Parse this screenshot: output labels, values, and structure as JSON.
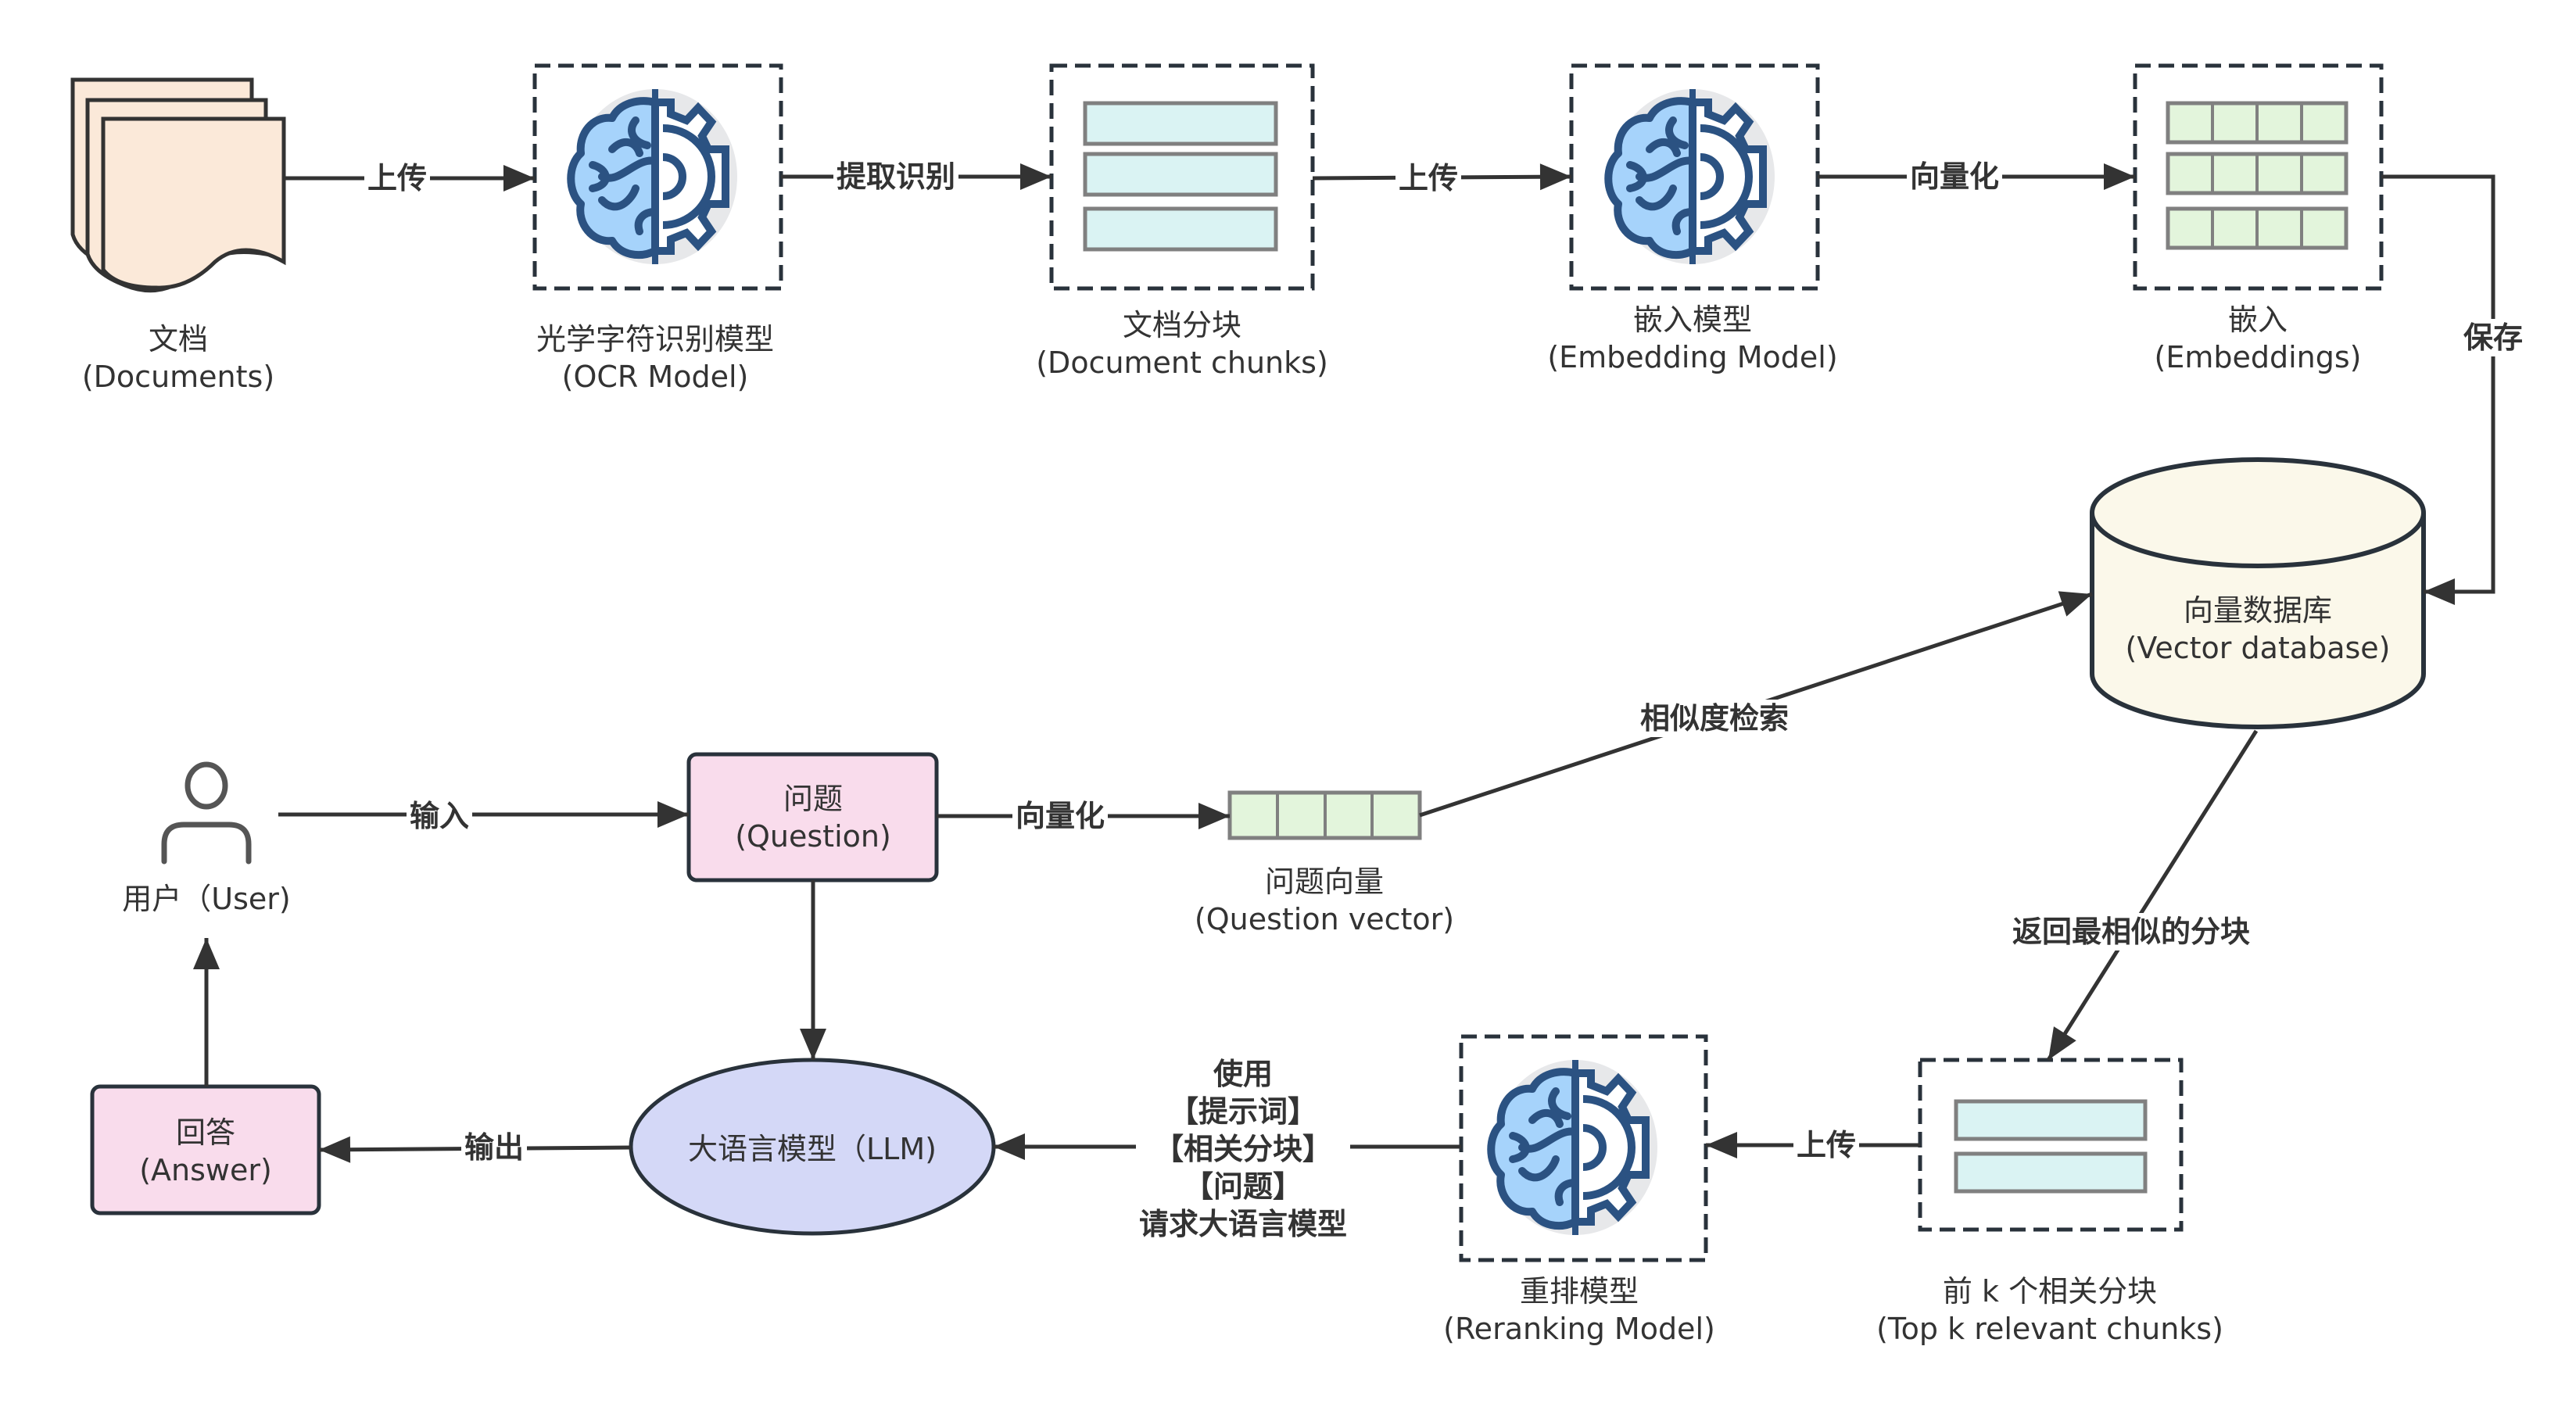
{
  "diagram": {
    "title": "RAG pipeline",
    "nodes": {
      "documents": {
        "zh": "文档",
        "en": "(Documents)"
      },
      "ocr_model": {
        "zh": "光学字符识别模型",
        "en": "(OCR Model)"
      },
      "document_chunks": {
        "zh": "文档分块",
        "en": "(Document chunks)"
      },
      "embedding_model": {
        "zh": "嵌入模型",
        "en": "(Embedding Model)"
      },
      "embeddings": {
        "zh": "嵌入",
        "en": "(Embeddings)"
      },
      "vector_database": {
        "zh": "向量数据库",
        "en": "(Vector database)"
      },
      "user": {
        "label": "用户（User)"
      },
      "question": {
        "zh": "问题",
        "en": "(Question)"
      },
      "question_vector": {
        "zh": "问题向量",
        "en": "(Question vector)"
      },
      "llm": {
        "label": "大语言模型（LLM)"
      },
      "answer": {
        "zh": "回答",
        "en": "(Answer)"
      },
      "reranking_model": {
        "zh": "重排模型",
        "en": "(Reranking Model)"
      },
      "top_k_chunks": {
        "zh": "前 k 个相关分块",
        "en": "(Top k relevant chunks)"
      }
    },
    "edges": {
      "docs_to_ocr": "上传",
      "ocr_to_chunks": "提取识别",
      "chunks_to_embedding": "上传",
      "embedding_to_embeddings": "向量化",
      "embeddings_to_db": "保存",
      "user_to_question": "输入",
      "question_to_vector": "向量化",
      "vector_to_db": "相似度检索",
      "db_to_topk": "返回最相似的分块",
      "topk_to_rerank": "上传",
      "rerank_to_llm": [
        "使用",
        "【提示词】",
        "【相关分块】",
        "【问题】",
        "请求大语言模型"
      ],
      "llm_to_answer": "输出"
    },
    "colors": {
      "stroke": "#333333",
      "document_fill": "#fbe9d9",
      "chunk_fill": "#daf3f3",
      "embedding_fill": "#e3f5dc",
      "database_fill": "#fbf8ea",
      "pink_fill": "#f9dcec",
      "llm_fill": "#d4d8f7",
      "brain_fill": "#a6d3fb",
      "icon_stroke": "#2b5282",
      "icon_bg": "#e7e8ea"
    }
  }
}
